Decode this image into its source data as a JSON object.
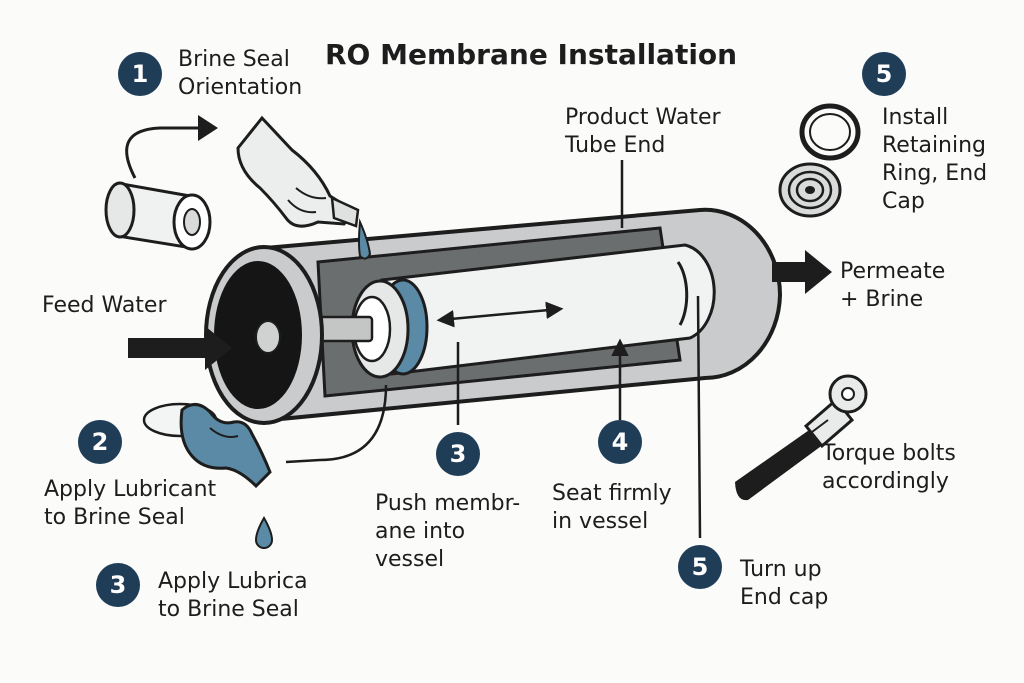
{
  "title": "RO Membrane Installation",
  "colors": {
    "badge": "#1f3d57",
    "accent_blue": "#5b8aa6",
    "ink": "#1d1d1d",
    "tube_gray": "#c9cbcc",
    "dark_gray": "#5f6263",
    "light_gray": "#eceeee"
  },
  "steps": [
    {
      "number": "1",
      "label": "Brine Seal\nOrientation"
    },
    {
      "number": "2",
      "label": "Apply Lubricant\nto Brine Seal"
    },
    {
      "number": "3",
      "label": "Apply Lubrica\nto Brine Seal"
    },
    {
      "number": "3",
      "label": "Push membr-\nane into\nvessel"
    },
    {
      "number": "4",
      "label": "Seat firmly\nin vessel"
    },
    {
      "number": "5",
      "label": "Turn up\nEnd cap"
    },
    {
      "number": "5",
      "label": "Install\nRetaining\nRing, End\nCap"
    }
  ],
  "callouts": {
    "feed": "Feed Water",
    "product": "Product Water\nTube End",
    "permeate": "Permeate\n+ Brine",
    "torque": "Torque bolts\naccordingly"
  },
  "icons": [
    "gloved-hand-icon",
    "blue-glove-icon",
    "water-drop-icon",
    "wrench-icon",
    "retaining-ring-icon",
    "end-cap-icon",
    "brine-seal-roll-icon"
  ]
}
